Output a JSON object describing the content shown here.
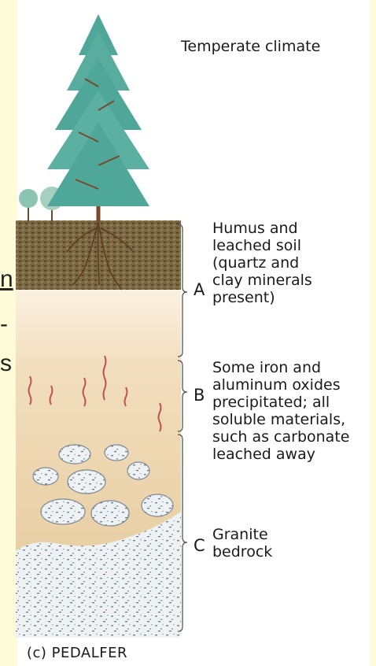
{
  "header": {
    "climate_label": "Temperate climate"
  },
  "horizons": [
    {
      "letter": "A",
      "description": [
        "Humus and",
        "leached soil",
        "(quartz and",
        "clay minerals",
        "present)"
      ]
    },
    {
      "letter": "B",
      "description": [
        "Some iron and",
        "aluminum oxides",
        "precipitated; all",
        "soluble materials,",
        "such as carbonate",
        "leached away"
      ]
    },
    {
      "letter": "C",
      "description": [
        "Granite",
        "bedrock"
      ]
    }
  ],
  "caption": "(c) PEDALFER",
  "edge_fragments": [
    "n",
    "-",
    "s"
  ],
  "colors": {
    "background": "#fdfbd8",
    "tree_foliage": "#4fa79a",
    "topsoil": "#6b5a3a",
    "horizon_a": "#f7e9d3",
    "horizon_b": "#f0d9b3",
    "bedrock": "#e8eef3",
    "iron_streaks": "#c0504d"
  }
}
